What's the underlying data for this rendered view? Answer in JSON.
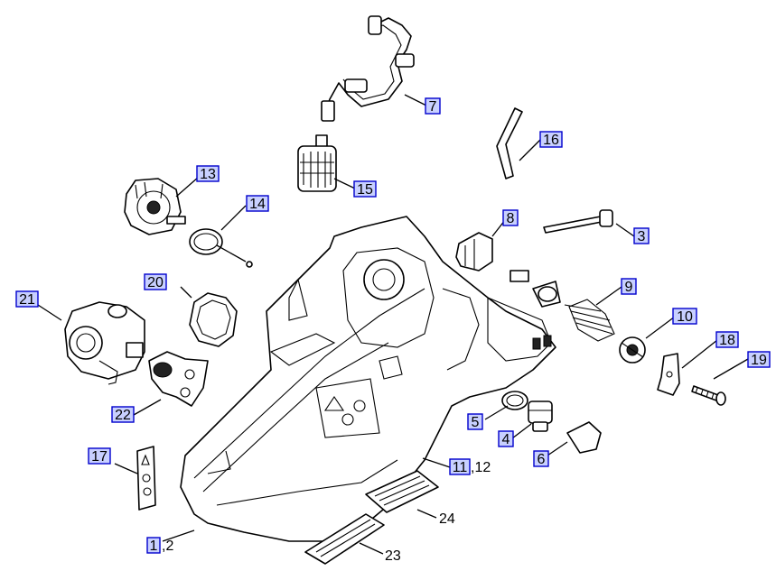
{
  "diagram": {
    "callouts": [
      {
        "id": "c1",
        "label": "1",
        "suffix": ",2"
      },
      {
        "id": "c3",
        "label": "3",
        "suffix": ""
      },
      {
        "id": "c4",
        "label": "4",
        "suffix": ""
      },
      {
        "id": "c5",
        "label": "5",
        "suffix": ""
      },
      {
        "id": "c6",
        "label": "6",
        "suffix": ""
      },
      {
        "id": "c7",
        "label": "7",
        "suffix": ""
      },
      {
        "id": "c8",
        "label": "8",
        "suffix": ""
      },
      {
        "id": "c9",
        "label": "9",
        "suffix": ""
      },
      {
        "id": "c10",
        "label": "10",
        "suffix": ""
      },
      {
        "id": "c11",
        "label": "11",
        "suffix": ",12"
      },
      {
        "id": "c13",
        "label": "13",
        "suffix": ""
      },
      {
        "id": "c14",
        "label": "14",
        "suffix": ""
      },
      {
        "id": "c15",
        "label": "15",
        "suffix": ""
      },
      {
        "id": "c16",
        "label": "16",
        "suffix": ""
      },
      {
        "id": "c17",
        "label": "17",
        "suffix": ""
      },
      {
        "id": "c18",
        "label": "18",
        "suffix": ""
      },
      {
        "id": "c19",
        "label": "19",
        "suffix": ""
      },
      {
        "id": "c20",
        "label": "20",
        "suffix": ""
      },
      {
        "id": "c21",
        "label": "21",
        "suffix": ""
      },
      {
        "id": "c22",
        "label": "22",
        "suffix": ""
      }
    ],
    "plain_labels": [
      {
        "id": "p23",
        "label": "23"
      },
      {
        "id": "p24",
        "label": "24"
      }
    ]
  }
}
